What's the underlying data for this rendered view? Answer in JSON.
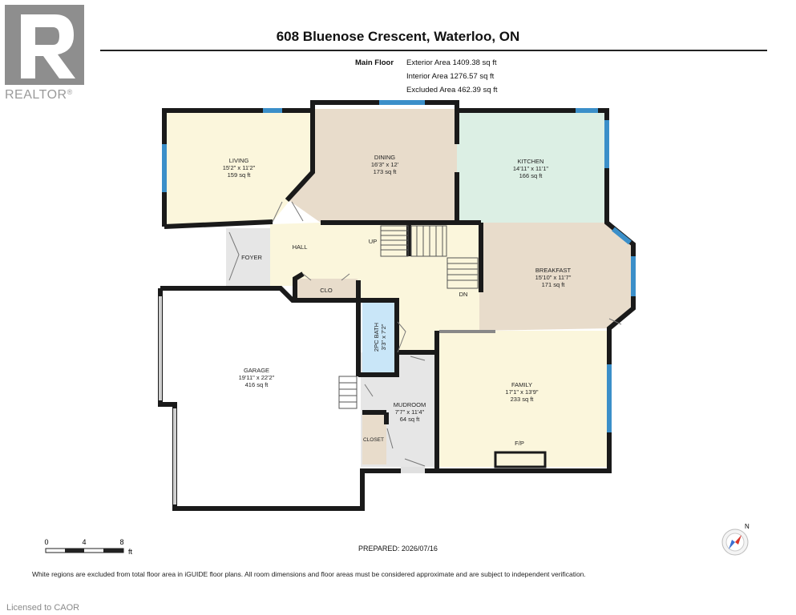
{
  "logo": {
    "text": "REALTOR",
    "registered": "®"
  },
  "header": {
    "title": "608 Bluenose Crescent, Waterloo, ON",
    "floor_label": "Main Floor",
    "areas": [
      {
        "label": "Exterior Area",
        "value": "1409.38 sq ft"
      },
      {
        "label": "Interior Area",
        "value": "1276.57 sq ft"
      },
      {
        "label": "Excluded Area",
        "value": "462.39 sq ft"
      }
    ]
  },
  "rooms": {
    "living": {
      "name": "LIVING",
      "dims": "15'2\" x 11'2\"",
      "area": "159 sq ft"
    },
    "dining": {
      "name": "DINING",
      "dims": "16'3\" x 12'",
      "area": "173 sq ft"
    },
    "kitchen": {
      "name": "KITCHEN",
      "dims": "14'11\" x 11'1\"",
      "area": "166 sq ft"
    },
    "breakfast": {
      "name": "BREAKFAST",
      "dims": "15'10\" x 11'7\"",
      "area": "171 sq ft"
    },
    "family": {
      "name": "FAMILY",
      "dims": "17'1\" x 13'9\"",
      "area": "233 sq ft",
      "fireplace": "F/P"
    },
    "garage": {
      "name": "GARAGE",
      "dims": "19'11\" x 22'2\"",
      "area": "416 sq ft"
    },
    "mudroom": {
      "name": "MUDROOM",
      "dims": "7'7\" x 11'4\"",
      "area": "64 sq ft"
    },
    "bath": {
      "name": "2PC BATH",
      "dims": "3'3\" x 7'2\""
    },
    "foyer": {
      "name": "FOYER"
    },
    "hall": {
      "name": "HALL"
    },
    "clo": {
      "name": "CLO"
    },
    "closet": {
      "name": "CLOSET"
    }
  },
  "stairs": {
    "up": "UP",
    "down": "DN"
  },
  "scale": {
    "ticks": [
      "0",
      "4",
      "8"
    ],
    "unit": "ft"
  },
  "compass": {
    "letter": "N"
  },
  "prepared": "PREPARED: 2026/07/16",
  "footer": "White regions are excluded from total floor area in iGUIDE floor plans. All room dimensions and floor areas must be considered approximate and are subject to independent verification.",
  "licensed": "Licensed to CAOR",
  "colors": {
    "living": "#fbf6dc",
    "dining": "#e8dccb",
    "kitchen": "#dcefe4",
    "breakfast": "#e8dccb",
    "hall": "#fbf6dc",
    "family": "#fbf6dc",
    "mudroom": "#e6e6e6",
    "foyer": "#e6e6e6",
    "bath": "#c9e6f8",
    "closet": "#e8dccb",
    "wall": "#1a1a1a",
    "window": "#3b8fc9"
  }
}
